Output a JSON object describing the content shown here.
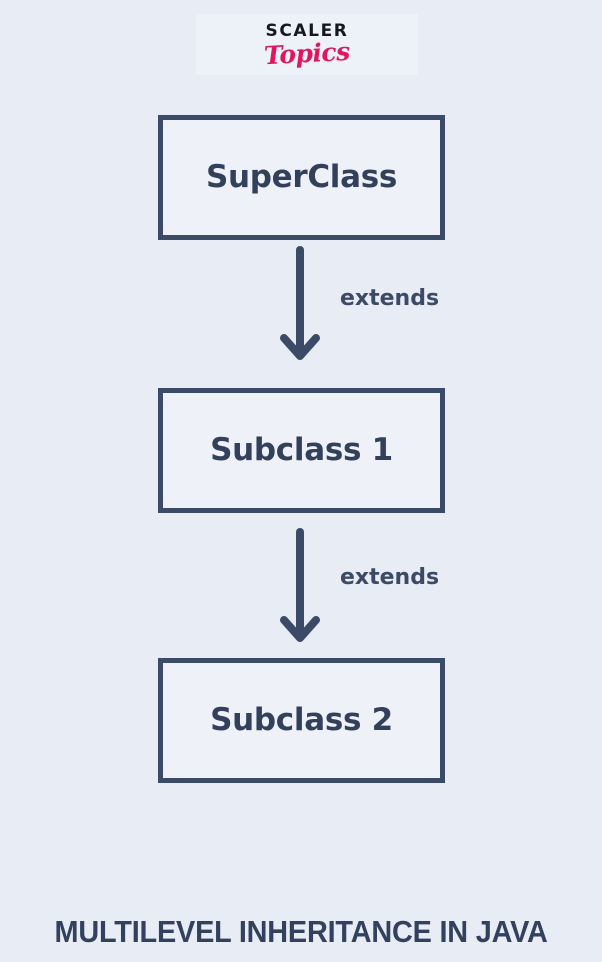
{
  "page": {
    "background_color": "#e8ecf4",
    "accent_color": "#3b4a66",
    "brand_color": "#e0175c"
  },
  "brand": {
    "line1": "SCALER",
    "line2": "Topics"
  },
  "diagram": {
    "type": "flowchart",
    "title": "MULTILEVEL INHERITANCE IN JAVA",
    "nodes": [
      {
        "id": "superclass",
        "label": "SuperClass"
      },
      {
        "id": "subclass1",
        "label": "Subclass 1"
      },
      {
        "id": "subclass2",
        "label": "Subclass 2"
      }
    ],
    "edges": [
      {
        "from": "superclass",
        "to": "subclass1",
        "label": "extends",
        "direction": "down"
      },
      {
        "from": "subclass1",
        "to": "subclass2",
        "label": "extends",
        "direction": "down"
      }
    ]
  },
  "footer": {
    "caption": "MULTILEVEL INHERITANCE IN JAVA"
  }
}
